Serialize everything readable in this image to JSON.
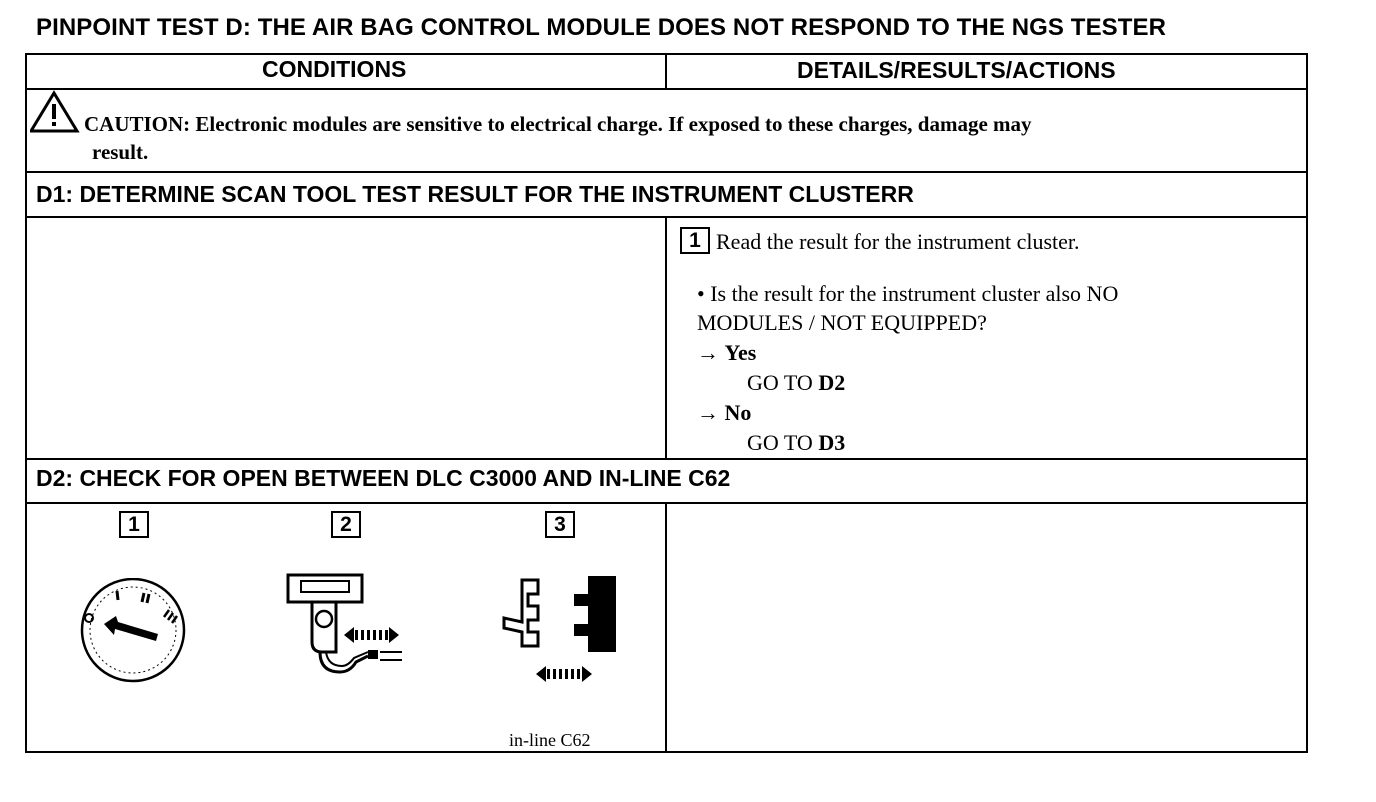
{
  "document": {
    "title": "PINPOINT TEST D: THE AIR BAG CONTROL MODULE DOES NOT RESPOND TO THE NGS TESTER",
    "columns": [
      "CONDITIONS",
      "DETAILS/RESULTS/ACTIONS"
    ],
    "caution": {
      "line1": "CAUTION: Electronic modules are sensitive to electrical charge. If exposed to these charges, damage may",
      "line2": "result."
    },
    "d1": {
      "heading": "D1: DETERMINE SCAN TOOL TEST RESULT FOR THE INSTRUMENT CLUSTERR",
      "step_number": "1",
      "step_text": "Read the result for the instrument cluster.",
      "question_line1": "• Is the result for the instrument cluster also NO",
      "question_line2": "MODULES / NOT EQUIPPED?",
      "arrow": "→",
      "yes_label": "Yes",
      "yes_goto": "GO TO",
      "yes_target": "D2",
      "no_label": "No",
      "no_goto": "GO TO",
      "no_target": "D3"
    },
    "d2": {
      "heading": "D2: CHECK FOR OPEN BETWEEN DLC C3000 AND IN-LINE C62",
      "steps": [
        "1",
        "2",
        "3"
      ],
      "icons": [
        "ignition-switch-icon",
        "scan-tool-disconnect-icon",
        "connector-disconnect-icon"
      ],
      "connector_caption": "in-line C62"
    }
  }
}
